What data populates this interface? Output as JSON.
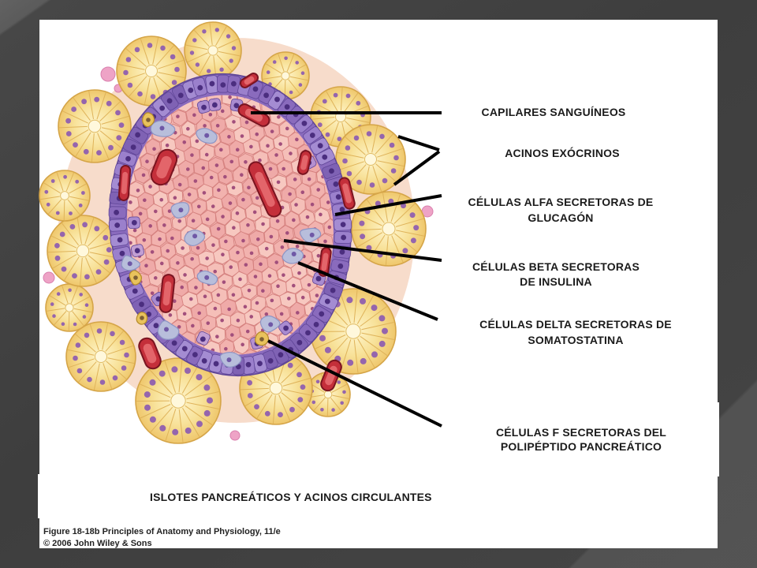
{
  "labels": {
    "capillaries": {
      "line1": "CAPILARES SANGUÍNEOS"
    },
    "acini": {
      "line1": "ACINOS EXÓCRINOS"
    },
    "alpha": {
      "line1": "CÉLULAS ALFA SECRETORAS DE",
      "line2": "GLUCAGÓN"
    },
    "beta": {
      "line1": "CÉLULAS BETA SECRETORAS",
      "line2": "DE INSULINA"
    },
    "delta": {
      "line1": "CÉLULAS DELTA SECRETORAS DE",
      "line2": "SOMATOSTATINA"
    },
    "f_cells": {
      "line1": "CÉLULAS F SECRETORAS DEL",
      "line2": "POLIPÉPTIDO PANCREÁTICO"
    }
  },
  "figure_title": "ISLOTES PANCREÁTICOS Y ACINOS CIRCULANTES",
  "credit": {
    "line1": "Figure 18-18b Principles of Anatomy and Physiology, 11/e",
    "line2": "© 2006 John Wiley & Sons"
  },
  "colors": {
    "connective_tissue": "#f7dccb",
    "acinus_edge": "#d5a548",
    "acinar_nucleus": "#9565ad",
    "islet_border": "#8a6bbd",
    "beta_cell": "#f3b7b2",
    "delta_cell": "#b8bedb",
    "f_cell": "#e9c25c",
    "capillary": "#c42f3a",
    "leader_line": "#000000"
  }
}
